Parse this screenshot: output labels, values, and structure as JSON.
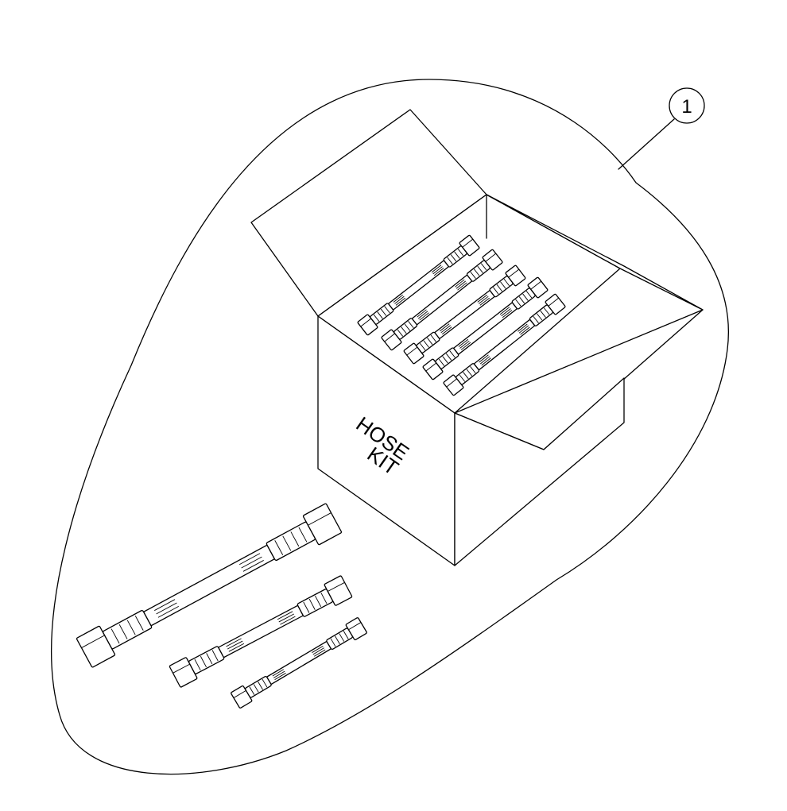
{
  "callout": {
    "number": "1"
  },
  "box": {
    "label_line1": "HOSE",
    "label_line2": "KIT"
  },
  "colors": {
    "line": "#000000",
    "background": "#ffffff"
  }
}
